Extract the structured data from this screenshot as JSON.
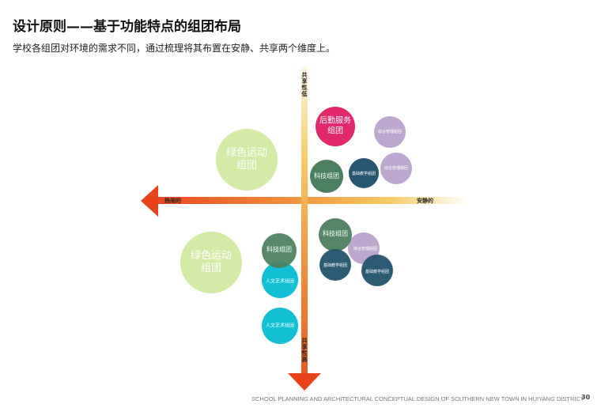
{
  "title": "设计原则——基于功能特点的组团布局",
  "subtitle": "学校各组团对环境的需求不同，通过梳理将其布置在安静、共享两个维度上。",
  "axes": {
    "left": "热闹的",
    "right": "安静的",
    "top": "共享性低",
    "bottom": "共享性高"
  },
  "colors": {
    "pink": "#e2296b",
    "lilac": "#bda7cf",
    "navy": "#27566f",
    "green": "#4b7f5f",
    "lime": "#d4eaa7",
    "cyan": "#12bfd5",
    "arrow": "#e8431c"
  },
  "clusters": {
    "top": [
      {
        "label": "后勤服务组团",
        "line1": "后勤服务",
        "line2": "组团"
      },
      {
        "label": "综合管理组团"
      },
      {
        "label": "综合管理组团"
      },
      {
        "label": "基础教学组团"
      },
      {
        "label": "科技组团"
      },
      {
        "line1": "绿色运动",
        "line2": "组团"
      }
    ],
    "bottom": [
      {
        "line1": "绿色运动",
        "line2": "组团"
      },
      {
        "label": "科技组团"
      },
      {
        "label": "人文艺术组团"
      },
      {
        "label": "人文艺术组团"
      },
      {
        "label": "科技组团"
      },
      {
        "label": "综合管理组团"
      },
      {
        "label": "基础教学组团"
      },
      {
        "label": "基础教学组团"
      }
    ]
  },
  "footer": {
    "text": "SCHOOL PLANNING AND ARCHITECTURAL CONCEPTUAL DESIGN OF SOUTHERN NEW TOWN IN HUIYANG DISTRICT",
    "page": "30"
  }
}
